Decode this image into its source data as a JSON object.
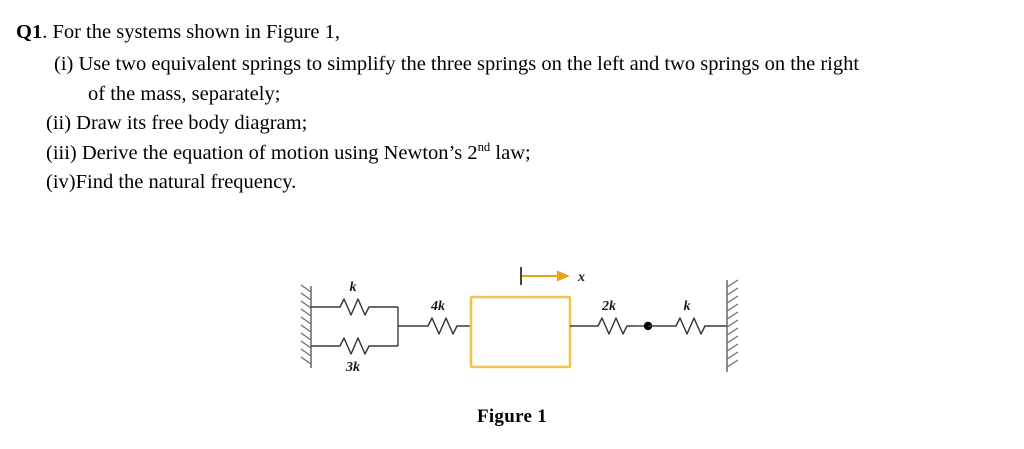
{
  "question": {
    "label": "Q1",
    "heading_rest": ". For the systems shown in Figure 1,",
    "items": [
      {
        "marker": "(i)",
        "text": "Use two equivalent springs to simplify the three springs on the left and two springs on the right",
        "continuation": "of the mass, separately;"
      },
      {
        "marker": "(ii)",
        "text": "Draw its free body diagram;",
        "continuation": ""
      },
      {
        "marker": "(iii)",
        "text_before_sup": "Derive the equation of motion using Newton’s 2",
        "superscript": "nd",
        "text_after_sup": " law;",
        "continuation": ""
      },
      {
        "marker": "(iv)",
        "text": "Find the natural frequency.",
        "continuation": ""
      }
    ]
  },
  "figure": {
    "caption": "Figure 1",
    "colors": {
      "mass_outline": "#f2c14e",
      "arrow": "#e8a317",
      "line": "#3a3a3a",
      "wall": "#6e6e6e",
      "node_dot": "#000000"
    },
    "elements": {
      "left_wall": "fixed-support-hatched-wall",
      "right_wall": "fixed-support-hatched-wall",
      "mass_block": "mass-rectangle",
      "displacement_arrow": "displacement-arrow-right",
      "node": "series-spring-junction-dot"
    },
    "labels": {
      "spring_left_top": "k",
      "spring_left_bottom": "3k",
      "spring_mid": "4k",
      "spring_right_inner": "2k",
      "spring_right_outer": "k",
      "displacement": "x"
    }
  }
}
